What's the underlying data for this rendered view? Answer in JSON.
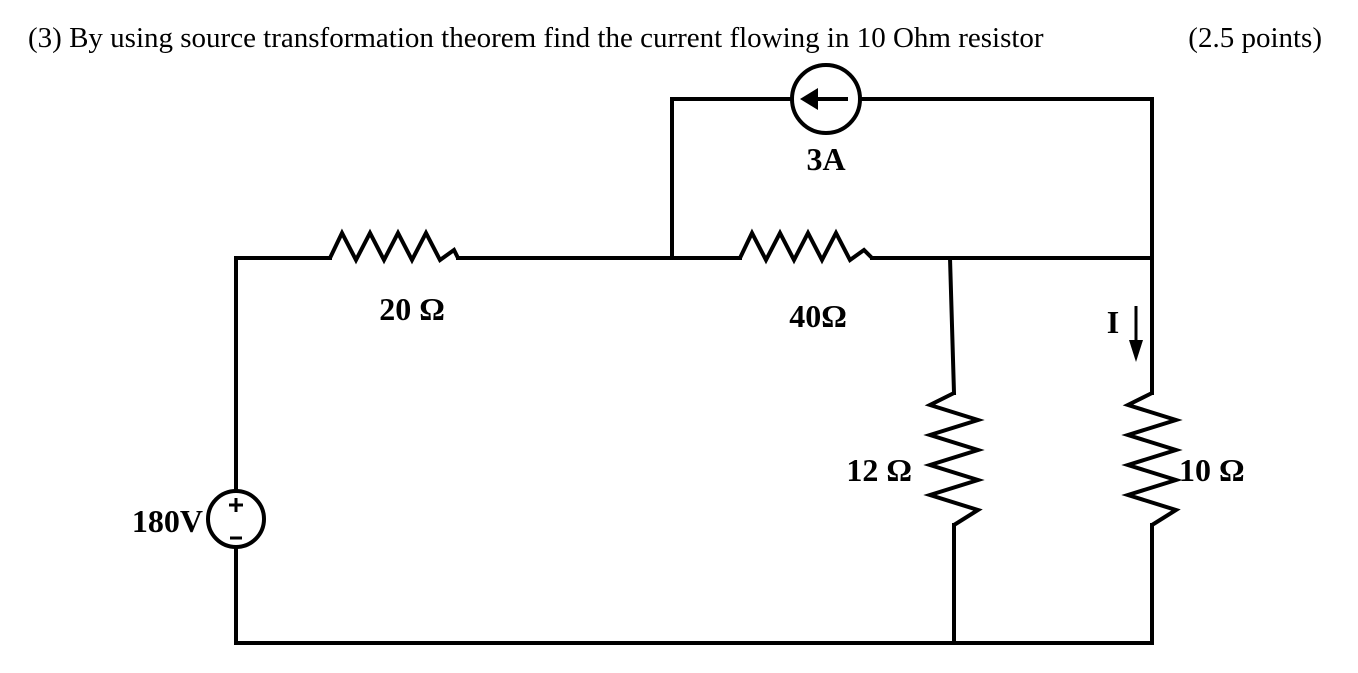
{
  "question": {
    "text": "(3) By using source transformation theorem find the current flowing in 10 Ohm resistor",
    "points": "(2.5 points)"
  },
  "circuit": {
    "voltage_source": {
      "label": "180V",
      "plus": "+",
      "minus": "-"
    },
    "current_source": {
      "label": "3A",
      "direction": "left"
    },
    "resistors": [
      {
        "id": "r1",
        "label": "20 Ω"
      },
      {
        "id": "r2",
        "label": "40Ω"
      },
      {
        "id": "r3",
        "label": "12 Ω"
      },
      {
        "id": "r4",
        "label": "10 Ω"
      }
    ],
    "current_label": "I",
    "current_direction": "down",
    "colors": {
      "line": "#000000",
      "background": "#ffffff"
    }
  }
}
